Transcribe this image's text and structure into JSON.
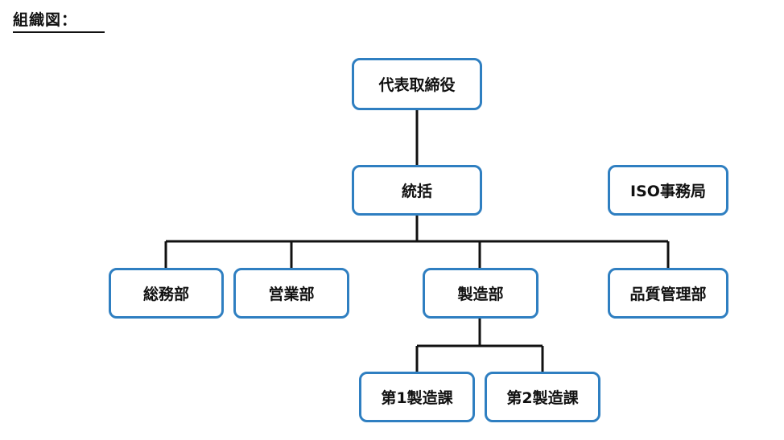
{
  "page": {
    "title": "組織図："
  },
  "org_chart": {
    "box_border_color": "#2f7fc1",
    "line_color": "#111111",
    "nodes": {
      "ceo": "代表取締役",
      "general_management": "統括",
      "iso_office": "ISO事務局",
      "general_affairs": "総務部",
      "sales": "営業部",
      "manufacturing": "製造部",
      "quality_management": "品質管理部",
      "manufacturing_section_1": "第1製造課",
      "manufacturing_section_2": "第2製造課"
    }
  }
}
